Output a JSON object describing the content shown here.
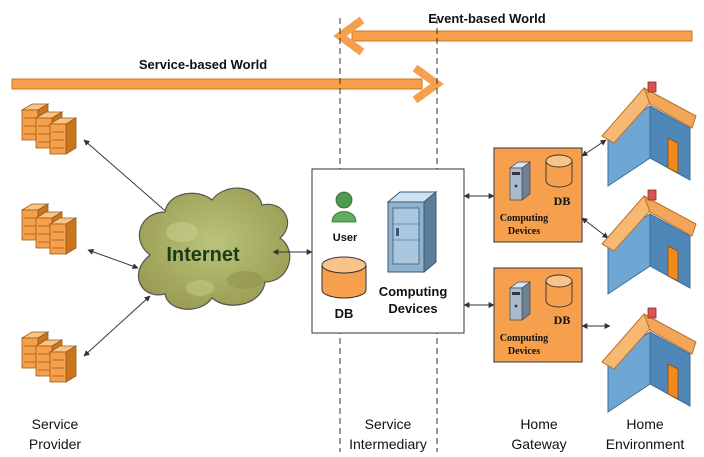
{
  "arrows": {
    "event_label": "Event-based World",
    "service_label": "Service-based World"
  },
  "internet": {
    "label": "Internet"
  },
  "intermediary": {
    "user_label": "User",
    "db_label": "DB",
    "computing_label_line1": "Computing",
    "computing_label_line2": "Devices"
  },
  "gateways": [
    {
      "db_label": "DB",
      "computing_line1": "Computing",
      "computing_line2": "Devices"
    },
    {
      "db_label": "DB",
      "computing_line1": "Computing",
      "computing_line2": "Devices"
    }
  ],
  "columns": {
    "provider_line1": "Service",
    "provider_line2": "Provider",
    "intermediary_line1": "Service",
    "intermediary_line2": "Intermediary",
    "gateway_line1": "Home",
    "gateway_line2": "Gateway",
    "environment_line1": "Home",
    "environment_line2": "Environment"
  },
  "colors": {
    "orange": "#F6A04D",
    "orange_dark": "#C9741F",
    "cloud": "#A8B06A",
    "house_wall": "#6FA7D4",
    "house_roof": "#F2A65A"
  }
}
